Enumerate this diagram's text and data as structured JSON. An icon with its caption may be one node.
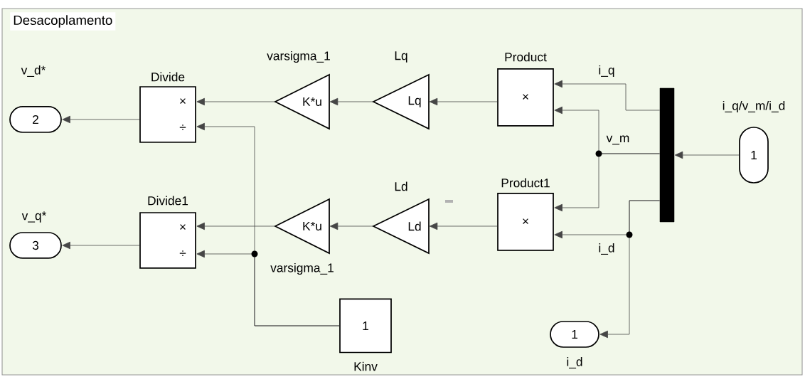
{
  "diagram": {
    "nodes": [
      {
        "text": [
          "v_d*",
          "2"
        ]
      },
      {
        "text": [
          "Divide",
          "×",
          "÷"
        ]
      },
      {
        "text": [
          "Divide1",
          "×",
          "÷"
        ]
      },
      {
        "text": [
          "v_q*",
          "3"
        ]
      },
      {
        "text": [
          "varsigma_1",
          "K*u"
        ]
      },
      {
        "text": [
          "Lq",
          "Lq"
        ]
      },
      {
        "text": [
          "Product",
          "×"
        ]
      },
      {
        "text": [],
        "shape": "bar"
      },
      {
        "text": [
          "i_q/v_m/i_d",
          "1"
        ]
      },
      {
        "text": [
          "Ld",
          "Ld"
        ]
      },
      {
        "text": [
          "K*u",
          "varsigma_1"
        ]
      },
      {
        "text": [
          "Product1",
          "×"
        ]
      },
      {
        "text": [
          "1",
          "Kinv"
        ]
      },
      {
        "text": [
          "1",
          "i_d"
        ]
      }
    ],
    "edges": [
      {
        "from": 1,
        "to": 0,
        "arrow": "to"
      },
      {
        "from": 4,
        "to": 1,
        "arrow": "to"
      },
      {
        "from": 5,
        "to": 4,
        "arrow": "to"
      },
      {
        "from": 6,
        "to": 5,
        "arrow": "to"
      },
      {
        "from": 12,
        "to": 1,
        "arrow": "to"
      },
      {
        "from": 12,
        "to": 2,
        "arrow": "to"
      },
      {
        "from": 10,
        "to": 2,
        "arrow": "to"
      },
      {
        "from": 9,
        "to": 10,
        "arrow": "to"
      },
      {
        "from": 11,
        "to": 9,
        "arrow": "to"
      },
      {
        "from": 8,
        "to": 7,
        "arrow": "to"
      },
      {
        "from": 7,
        "to": 6,
        "arrow": "to",
        "label": "i_q"
      },
      {
        "from": 7,
        "to": 6,
        "arrow": "to",
        "label": "v_m"
      },
      {
        "from": 7,
        "to": 11,
        "arrow": "to"
      },
      {
        "from": 7,
        "to": 11,
        "arrow": "to",
        "label": "i_d"
      },
      {
        "from": 7,
        "to": 13,
        "arrow": "to"
      },
      {
        "from": 2,
        "to": 3,
        "arrow": "to"
      }
    ],
    "labels": [
      "Desacoplamento"
    ]
  }
}
